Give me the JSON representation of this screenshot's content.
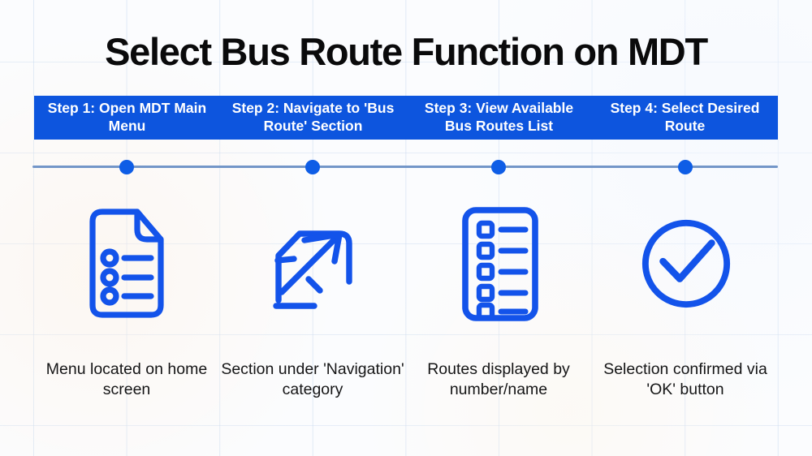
{
  "title": "Select Bus Route Function on MDT",
  "colors": {
    "bar_blue": "#0d55de",
    "icon_blue": "#1353ea",
    "dot_blue": "#0e5de6",
    "timeline_line": "#7396c8",
    "bar_text": "#ffffff",
    "title_text": "#0a0a0b",
    "caption_text": "#151516",
    "background": "#fbfcfe"
  },
  "steps": [
    {
      "header": "Step 1: Open MDT Main Menu",
      "icon": "document-list-icon",
      "caption": "Menu located on home screen"
    },
    {
      "header": "Step 2: Navigate to 'Bus Route' Section",
      "icon": "navigate-arrow-icon",
      "caption": "Section under 'Navigation' category"
    },
    {
      "header": "Step 3: View Available Bus Routes List",
      "icon": "routes-list-icon",
      "caption": "Routes displayed by number/name"
    },
    {
      "header": "Step 4: Select Desired Route",
      "icon": "checkmark-circle-icon",
      "caption": "Selection confirmed via 'OK' button"
    }
  ]
}
